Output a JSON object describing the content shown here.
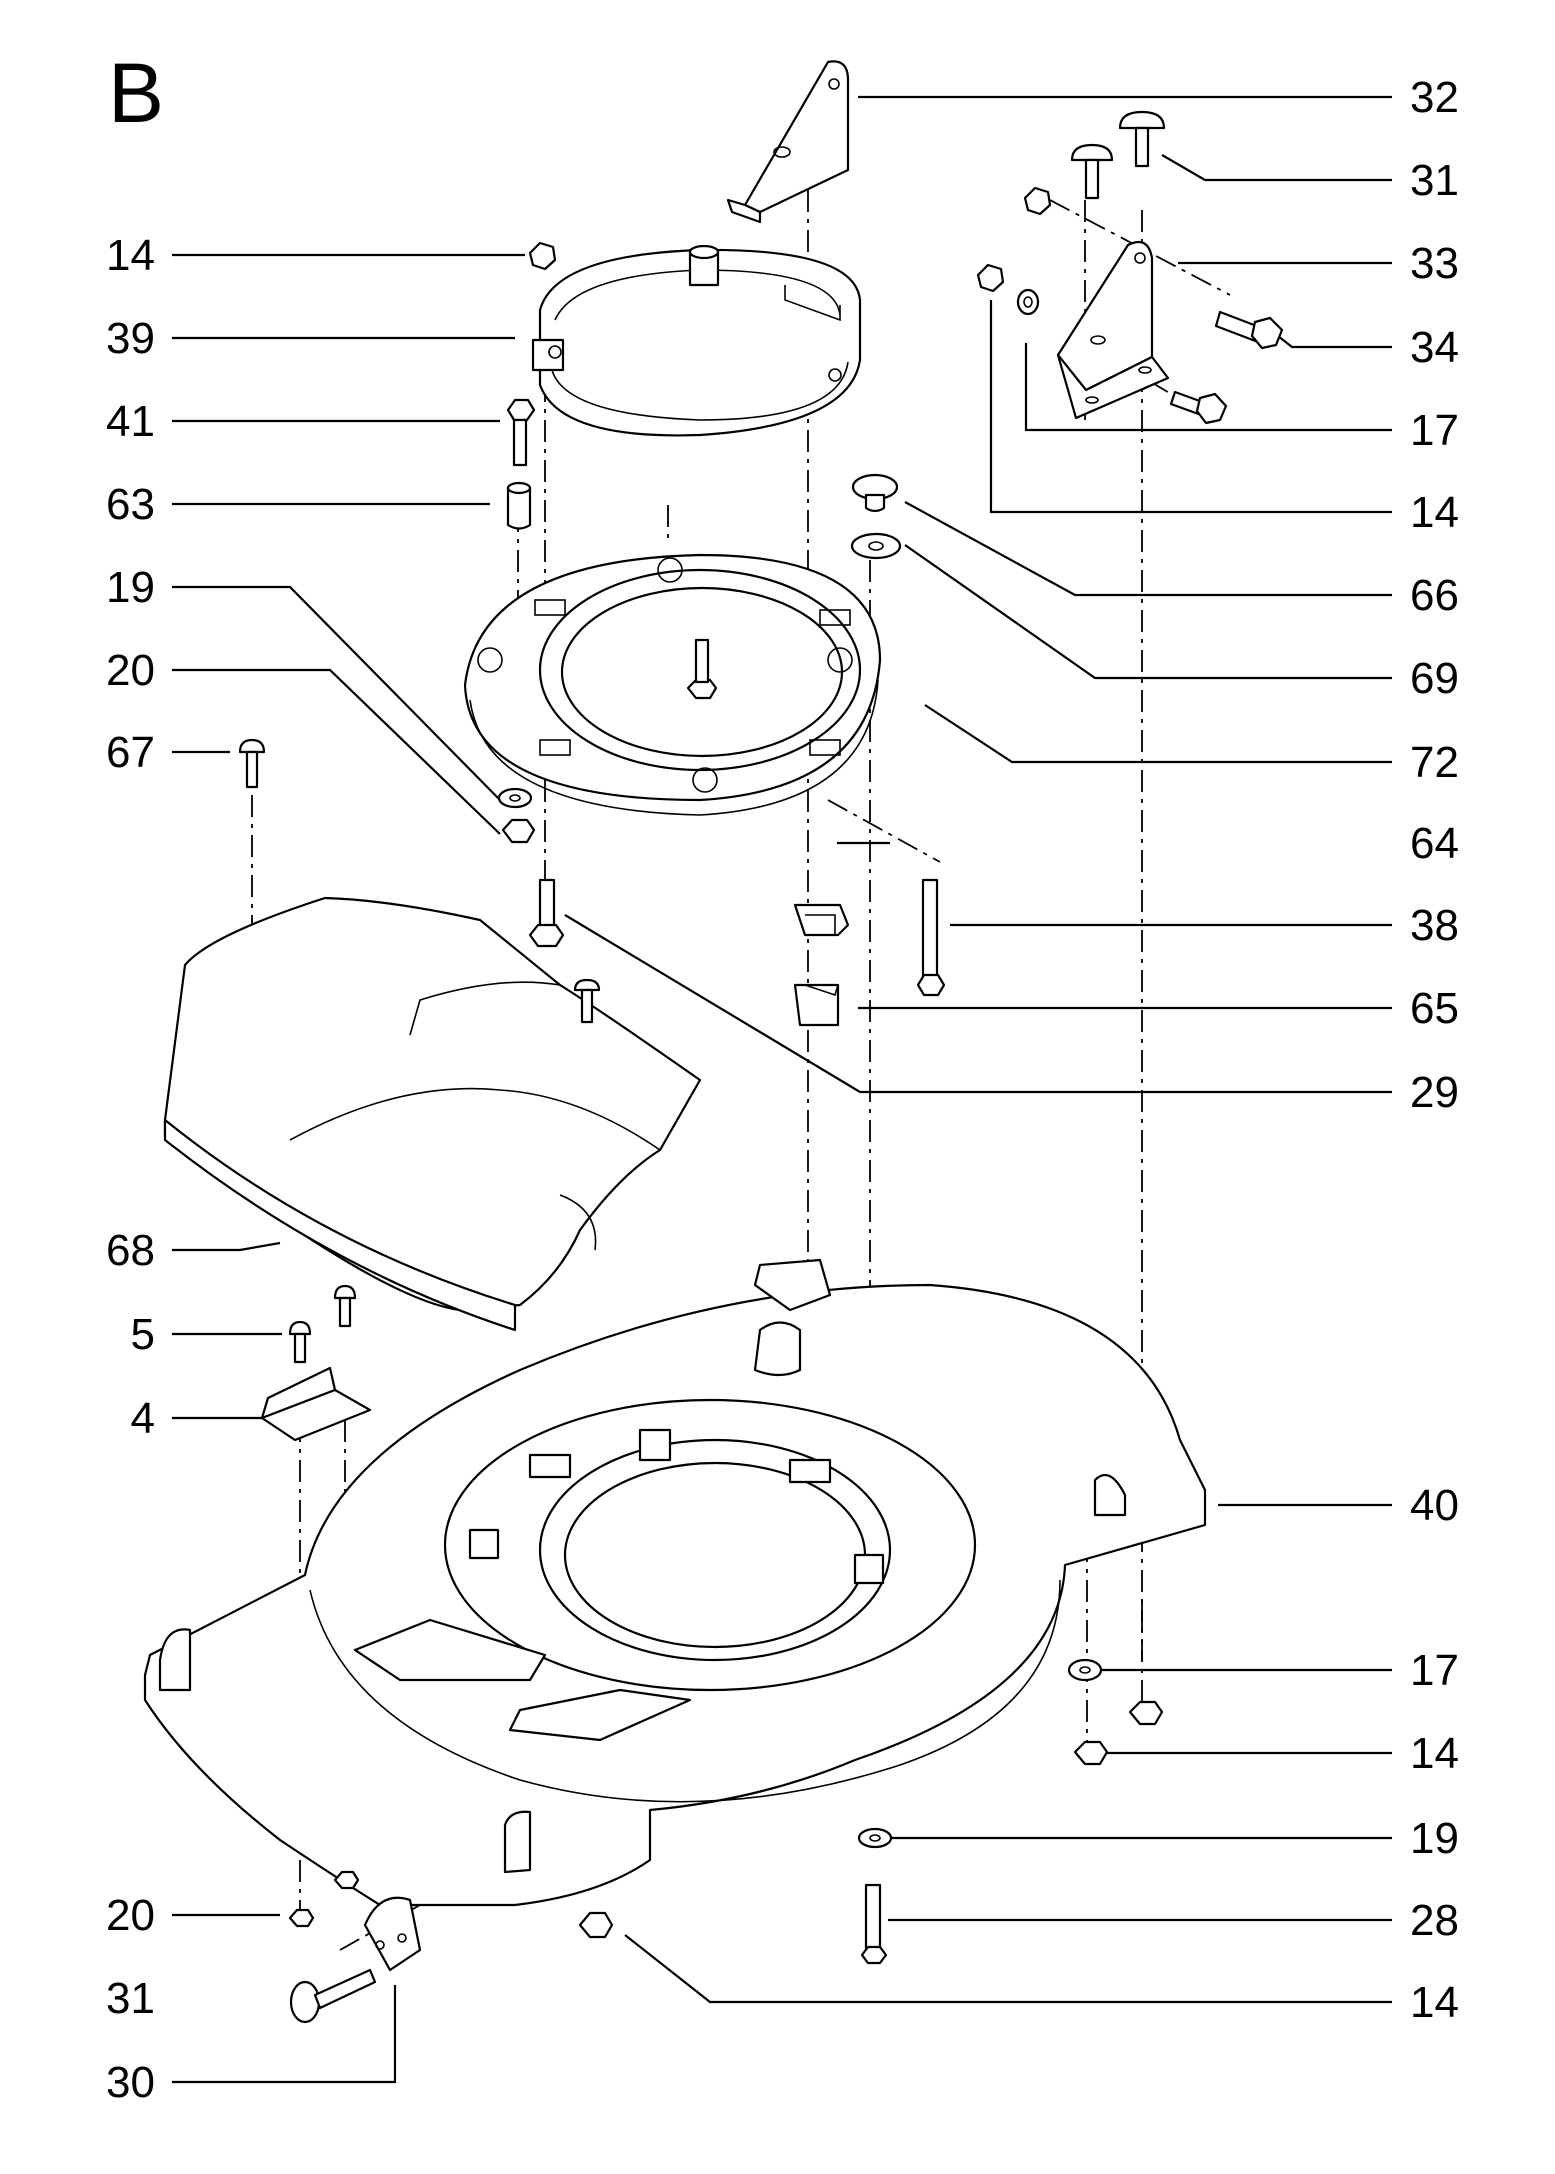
{
  "diagram": {
    "section_letter": "B",
    "callouts_left": [
      "14",
      "39",
      "41",
      "63",
      "19",
      "20",
      "67",
      "68",
      "5",
      "4",
      "20",
      "31",
      "30"
    ],
    "callouts_right": [
      "32",
      "31",
      "33",
      "34",
      "17",
      "14",
      "66",
      "69",
      "72",
      "64",
      "38",
      "65",
      "29",
      "40",
      "17",
      "14",
      "19",
      "28",
      "14"
    ]
  }
}
